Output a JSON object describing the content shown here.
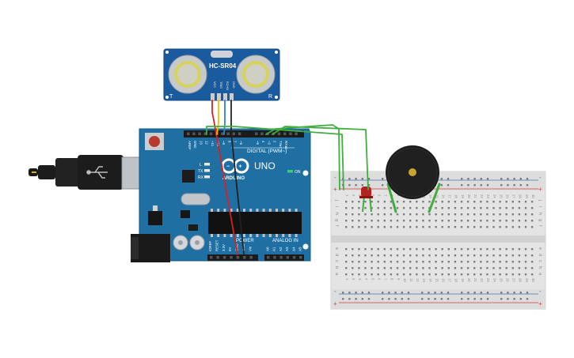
{
  "sensor": {
    "model": "HC-SR04",
    "corner_left": "T",
    "corner_right": "R",
    "pins": [
      "VCC",
      "TRIG",
      "ECHO",
      "GND"
    ]
  },
  "arduino": {
    "brand": "ARDUINO",
    "model": "UNO",
    "digital_label": "DIGITAL (PWM~)",
    "power_label": "POWER",
    "analog_label": "ANALOG IN",
    "on_label": "ON",
    "tx_label": "TX",
    "rx_label": "RX",
    "l_label": "L",
    "top_pins": [
      "AREF",
      "GND",
      "13",
      "12",
      "~11",
      "~10",
      "~9",
      "8",
      "7",
      "~6",
      "~5",
      "4",
      "~3",
      "2",
      "TX▸1",
      "RX◂0"
    ],
    "power_pins": [
      "IOREF",
      "RESET",
      "3.3V",
      "5V",
      "GND",
      "GND",
      "Vin"
    ],
    "analog_pins": [
      "A0",
      "A1",
      "A2",
      "A3",
      "A4",
      "A5"
    ]
  },
  "breadboard": {
    "rail_plus": "+",
    "rail_minus": "-",
    "row_letters_top": [
      "j",
      "i",
      "h",
      "g",
      "f"
    ],
    "row_letters_bottom": [
      "e",
      "d",
      "c",
      "b",
      "a"
    ],
    "columns": [
      "1",
      "2",
      "3",
      "4",
      "5",
      "6",
      "7",
      "8",
      "9",
      "10",
      "11",
      "12",
      "13",
      "14",
      "15",
      "16",
      "17",
      "18",
      "19",
      "20",
      "21",
      "22",
      "23",
      "24",
      "25",
      "26",
      "27",
      "28",
      "29",
      "30"
    ]
  },
  "colors": {
    "board": "#1f6fa3",
    "sensor": "#1a5b9e",
    "wire_green": "#3fae3f",
    "wire_red": "#d92020",
    "wire_black": "#222222",
    "wire_yellow": "#e8c400",
    "wire_blue": "#2a86d6",
    "led": "#b52020",
    "buzzer": "#1c1c1c"
  }
}
